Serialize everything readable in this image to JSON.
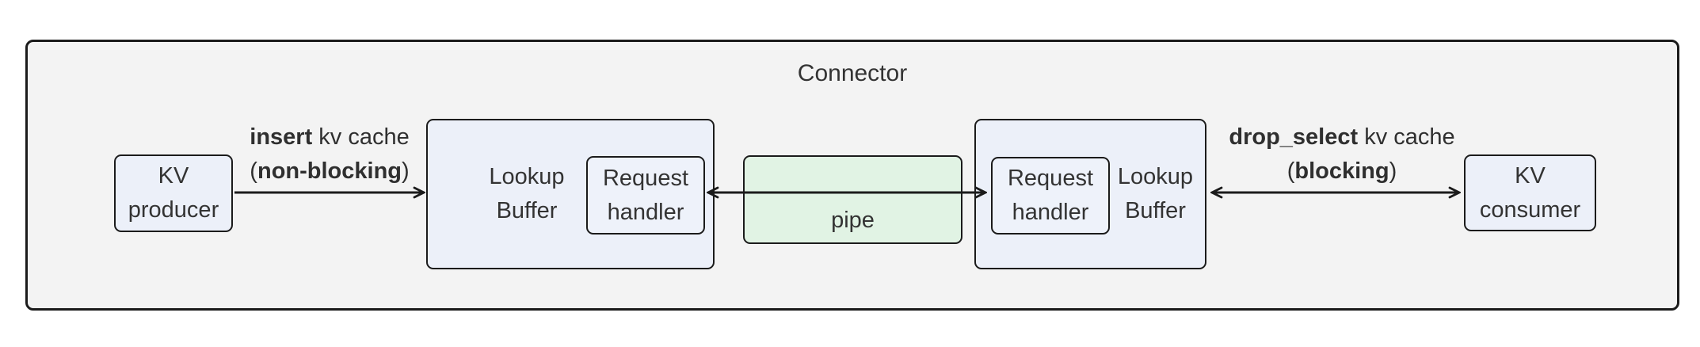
{
  "diagram": {
    "title": "Connector",
    "nodes": {
      "kv_producer": "KV producer",
      "lookup_buffer_left": "Lookup Buffer",
      "request_handler_left": "Request handler",
      "pipe": "pipe",
      "request_handler_right": "Request handler",
      "lookup_buffer_right": "Lookup Buffer",
      "kv_consumer": "KV consumer"
    },
    "edges": {
      "insert": {
        "bold1": "insert",
        "rest1": " kv cache",
        "open2": "(",
        "bold2": "non-blocking",
        "close2": ")"
      },
      "drop_select": {
        "bold1": "drop_select",
        "rest1": " kv cache",
        "open2": "(",
        "bold2": "blocking",
        "close2": ")"
      }
    },
    "colors": {
      "container_fill": "#f3f3f3",
      "node_fill": "#ecf0f9",
      "pipe_fill": "#e1f3e4",
      "border": "#1b1b1b",
      "text": "#333333"
    }
  }
}
